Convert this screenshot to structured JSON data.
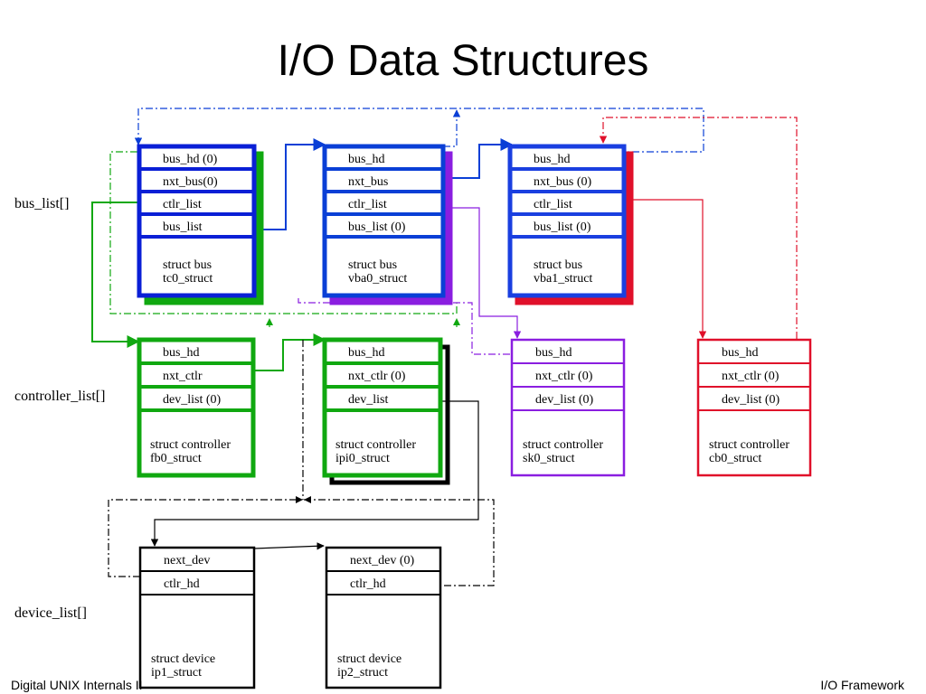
{
  "title": "I/O Data Structures",
  "row_labels": {
    "bus": "bus_list[]",
    "controller": "controller_list[]",
    "device": "device_list[]"
  },
  "colors": {
    "tc0": "#0a1fd6",
    "tc0_shadow": "#10a810",
    "vba0": "#0a3fd6",
    "vba0_shadow": "#8a1ee0",
    "vba1": "#1a3fe0",
    "vba1_shadow": "#e0102a",
    "fb0": "#10a810",
    "ipi0": "#10a810",
    "ipi0_shadow": "#000000",
    "sk0": "#8a1ee0",
    "cb0": "#e0102a",
    "device": "#000000"
  },
  "structs": [
    {
      "id": "tc0",
      "fields": [
        "bus_hd (0)",
        "nxt_bus(0)",
        "ctlr_list",
        "bus_list"
      ],
      "type_label": "struct bus",
      "name": "tc0_struct"
    },
    {
      "id": "vba0",
      "fields": [
        "bus_hd",
        "nxt_bus",
        "ctlr_list",
        "bus_list (0)"
      ],
      "type_label": "struct bus",
      "name": "vba0_struct"
    },
    {
      "id": "vba1",
      "fields": [
        "bus_hd",
        "nxt_bus (0)",
        "ctlr_list",
        "bus_list (0)"
      ],
      "type_label": "struct bus",
      "name": "vba1_struct"
    },
    {
      "id": "fb0",
      "fields": [
        "bus_hd",
        "nxt_ctlr",
        "dev_list (0)"
      ],
      "type_label": "struct controller",
      "name": "fb0_struct"
    },
    {
      "id": "ipi0",
      "fields": [
        "bus_hd",
        "nxt_ctlr (0)",
        "dev_list"
      ],
      "type_label": "struct controller",
      "name": "ipi0_struct"
    },
    {
      "id": "sk0",
      "fields": [
        "bus_hd",
        "nxt_ctlr (0)",
        "dev_list (0)"
      ],
      "type_label": "struct controller",
      "name": "sk0_struct"
    },
    {
      "id": "cb0",
      "fields": [
        "bus_hd",
        "nxt_ctlr (0)",
        "dev_list (0)"
      ],
      "type_label": "struct controller",
      "name": "cb0_struct"
    },
    {
      "id": "ip1",
      "fields": [
        "next_dev",
        "ctlr_hd"
      ],
      "type_label": "struct device",
      "name": "ip1_struct"
    },
    {
      "id": "ip2",
      "fields": [
        "next_dev (0)",
        "ctlr_hd"
      ],
      "type_label": "struct device",
      "name": "ip2_struct"
    }
  ],
  "footer": {
    "left": "Digital UNIX Internals II",
    "right": "I/O Framework"
  }
}
